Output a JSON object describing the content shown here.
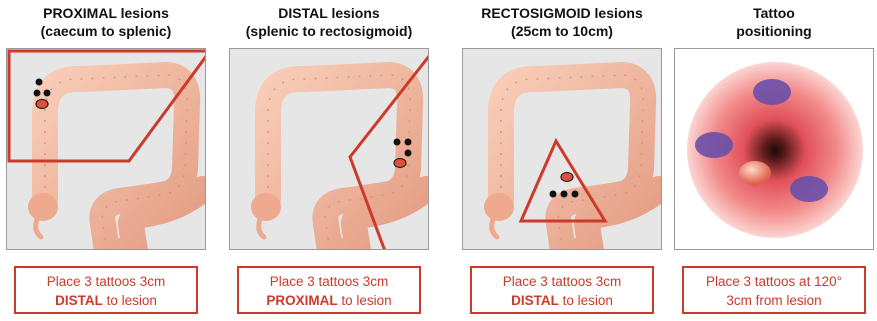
{
  "panels": [
    {
      "title_line1": "PROXIMAL lesions",
      "title_line2": "(caecum to splenic)",
      "caption_pre": "Place 3 tattoos 3cm",
      "caption_bold": "DISTAL",
      "caption_post": " to lesion"
    },
    {
      "title_line1": "DISTAL lesions",
      "title_line2": "(splenic to rectosigmoid)",
      "caption_pre": "Place 3 tattoos 3cm",
      "caption_bold": "PROXIMAL",
      "caption_post": " to lesion"
    },
    {
      "title_line1": "RECTOSIGMOID lesions",
      "title_line2": "(25cm to 10cm)",
      "caption_pre": "Place 3 tattoos 3cm",
      "caption_bold": "DISTAL",
      "caption_post": " to lesion"
    },
    {
      "title_line1": "Tattoo",
      "title_line2": "positioning",
      "caption_line1": "Place 3 tattoos at 120°",
      "caption_line2": "3cm from lesion"
    }
  ],
  "colors": {
    "highlight_red": "#cc3a2c",
    "colon_pink": "#f2b49a",
    "tattoo_purple": "#6a4fa8",
    "panel_gray": "#e6e6e6"
  }
}
